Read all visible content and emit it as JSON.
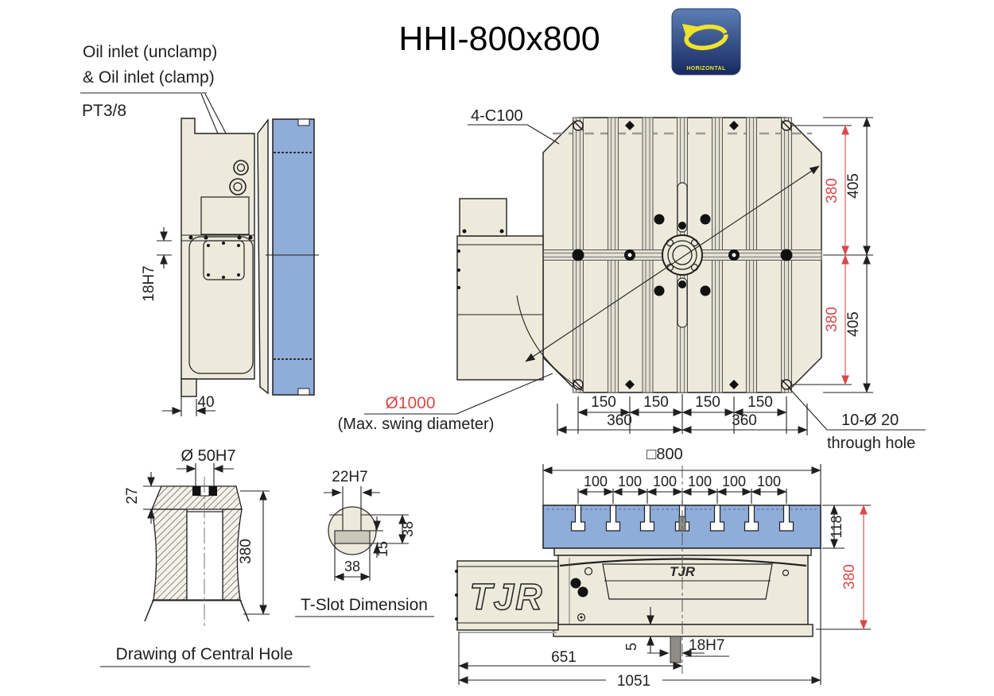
{
  "title": "HHI-800x800",
  "logo": {
    "label": "HORIZONTAL"
  },
  "side_view": {
    "oil_callout_line1": "Oil inlet (unclamp)",
    "oil_callout_line2": "& Oil inlet (clamp)",
    "thread_label": "PT3/8",
    "key_dim": "18H7",
    "foot_dim": "40"
  },
  "top_view": {
    "chamfer_label": "4-C100",
    "slot_pitch_dim": "150",
    "bolt_span_dim": "360",
    "center_dist_red_dim": "380",
    "half_width_dim": "405",
    "swing_dia_dim": "Ø1000",
    "swing_dia_note": "(Max. swing diameter)",
    "through_hole_line1": "10-Ø 20",
    "through_hole_line2": "through hole"
  },
  "front_view": {
    "table_width_dim": "□800",
    "slot_pitch_dim": "100",
    "table_height_dim": "118",
    "body_height_red_dim": "380",
    "center_dist_dim": "651",
    "overall_length_dim": "1051",
    "key_depth_dim": "5",
    "key_dim": "18H7",
    "brand": "TJR"
  },
  "central_hole": {
    "caption": "Drawing of Central Hole",
    "bore_dim": "Ø 50H7",
    "depth_dim": "27",
    "height_dim": "380"
  },
  "t_slot": {
    "caption": "T-Slot Dimension",
    "slot_width_dim": "22H7",
    "base_width_dim": "38",
    "lower_depth_dim": "15",
    "total_depth_dim": "38"
  },
  "colors": {
    "body_fill": "#edeadc",
    "table_blue": "#8fadd9",
    "dim_red": "#d94a4a",
    "line": "#1f1f1f"
  }
}
